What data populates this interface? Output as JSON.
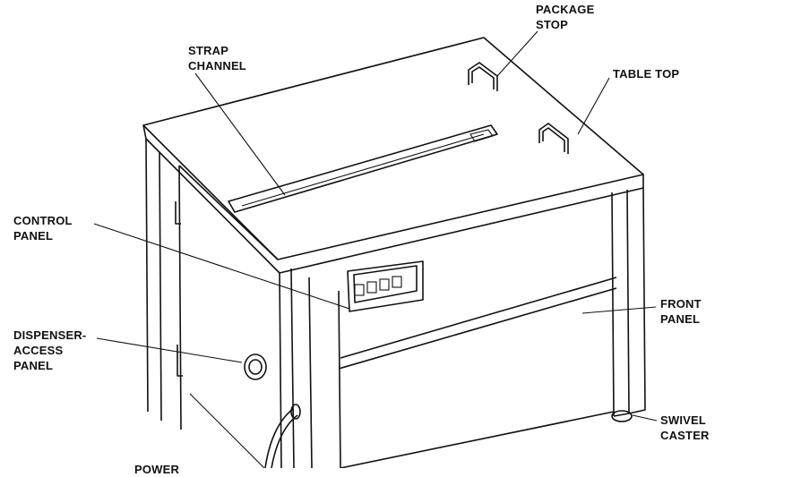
{
  "diagram": {
    "labels": {
      "package_stop": "PACKAGE\nSTOP",
      "table_top": "TABLE TOP",
      "strap_channel": "STRAP\nCHANNEL",
      "control_panel": "CONTROL\nPANEL",
      "front_panel": "FRONT\nPANEL",
      "dispenser_access_panel": "DISPENSER-\nACCESS\nPANEL",
      "swivel_caster": "SWIVEL\nCASTER",
      "power": "POWER"
    }
  }
}
